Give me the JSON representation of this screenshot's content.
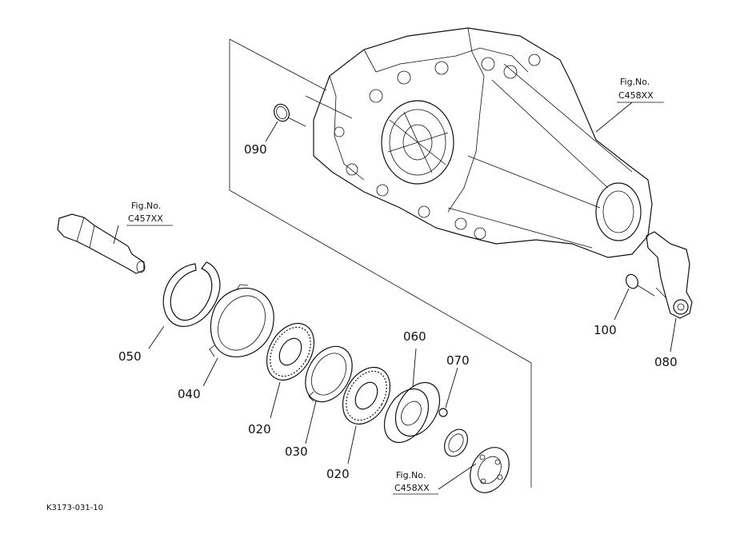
{
  "parts": {
    "p020a": "020",
    "p020b": "020",
    "p030": "030",
    "p040": "040",
    "p050": "050",
    "p060": "060",
    "p070": "070",
    "p080": "080",
    "p090": "090",
    "p100": "100"
  },
  "refs": {
    "housing": {
      "label": "Fig.No.",
      "code": "C458XX"
    },
    "shaft": {
      "label": "Fig.No.",
      "code": "C457XX"
    },
    "bearing": {
      "label": "Fig.No.",
      "code": "C458XX"
    }
  },
  "drawing_code": "K3173-031-10"
}
